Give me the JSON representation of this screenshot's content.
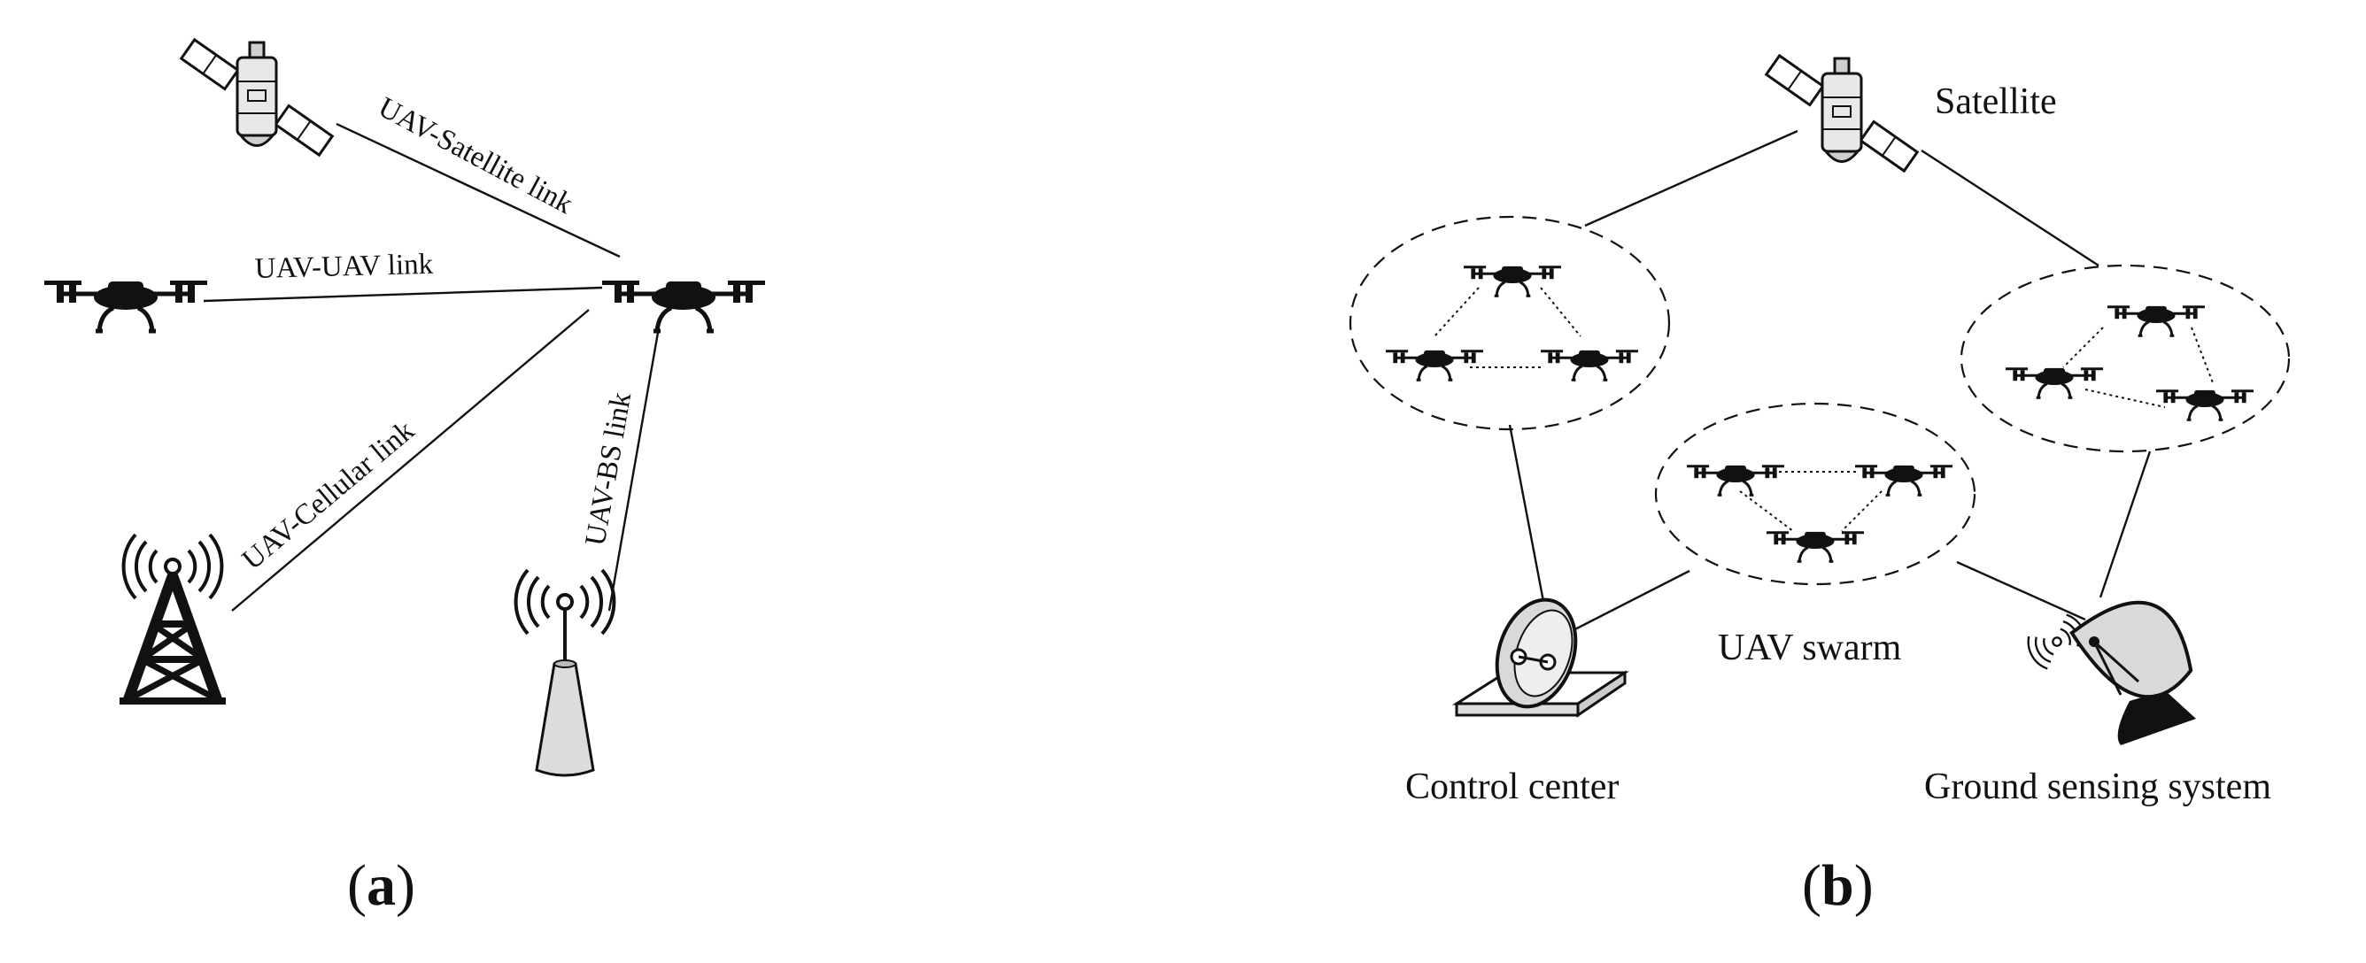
{
  "panel_a": {
    "label_letter": "a",
    "links": {
      "uav_satellite": "UAV-Satellite link",
      "uav_uav": "UAV-UAV link",
      "uav_cellular": "UAV-Cellular link",
      "uav_bs": "UAV-BS link"
    }
  },
  "panel_b": {
    "label_letter": "b",
    "satellite": "Satellite",
    "swarm": "UAV swarm",
    "control_center": "Control center",
    "ground_sensing": "Ground sensing system"
  }
}
